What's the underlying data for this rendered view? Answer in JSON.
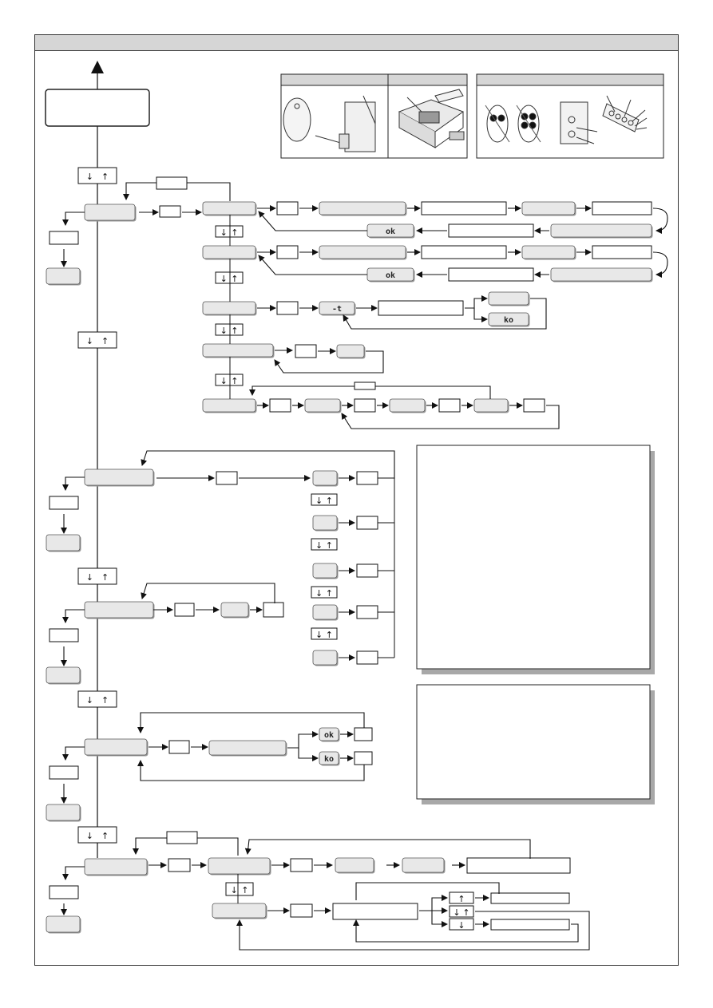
{
  "page": {
    "header_title": ""
  },
  "diagram": {
    "ok_label": "ok",
    "ko_label": "ko",
    "minus_t_label": "-t",
    "down_symbol": "↓",
    "up_symbol": "↑"
  },
  "colors": {
    "box_fill": "#e8e8e8",
    "stroke": "#111111",
    "header_fill": "#d6d6d6",
    "shadow": "#9a9a9a"
  }
}
